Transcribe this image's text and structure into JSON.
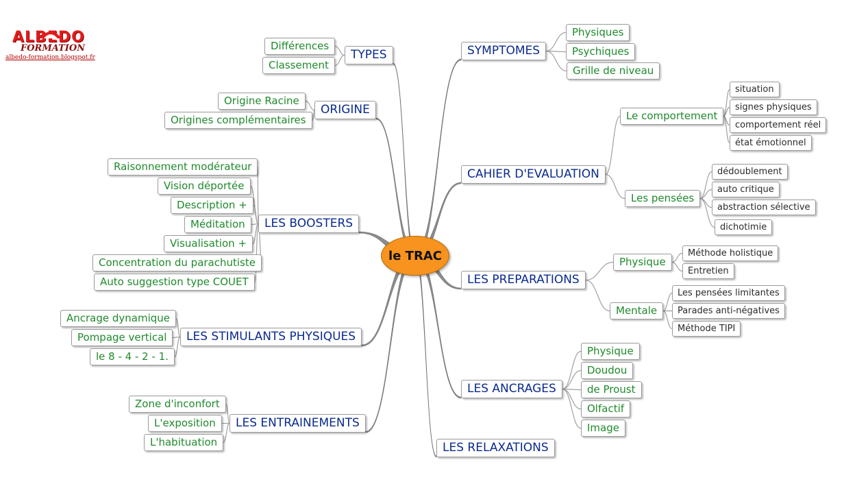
{
  "logo": {
    "name": "ALBEDO",
    "subtitle": "FORMATION",
    "url": "albedo-formation.blogspot.fr"
  },
  "center": "le TRAC",
  "branches": [
    {
      "id": "types",
      "label": "TYPES",
      "children": [
        {
          "label": "Différences"
        },
        {
          "label": "Classement"
        }
      ]
    },
    {
      "id": "origine",
      "label": "ORIGINE",
      "children": [
        {
          "label": "Origine Racine"
        },
        {
          "label": "Origines complémentaires"
        }
      ]
    },
    {
      "id": "boosters",
      "label": "LES BOOSTERS",
      "children": [
        {
          "label": "Raisonnement modérateur"
        },
        {
          "label": "Vision déportée"
        },
        {
          "label": "Description +"
        },
        {
          "label": "Méditation"
        },
        {
          "label": "Visualisation +"
        },
        {
          "label": "Concentration du parachutiste"
        },
        {
          "label": "Auto suggestion type COUET"
        }
      ]
    },
    {
      "id": "stimulants",
      "label": "LES STIMULANTS PHYSIQUES",
      "children": [
        {
          "label": "Ancrage dynamique"
        },
        {
          "label": "Pompage vertical"
        },
        {
          "label": "le 8 - 4 - 2 - 1."
        }
      ]
    },
    {
      "id": "entrainements",
      "label": "LES ENTRAINEMENTS",
      "children": [
        {
          "label": "Zone d'inconfort"
        },
        {
          "label": "L'exposition"
        },
        {
          "label": "L'habituation"
        }
      ]
    },
    {
      "id": "symptomes",
      "label": "SYMPTOMES",
      "children": [
        {
          "label": "Physiques"
        },
        {
          "label": "Psychiques"
        },
        {
          "label": "Grille de niveau"
        }
      ]
    },
    {
      "id": "cahier",
      "label": "CAHIER D'EVALUATION",
      "children": [
        {
          "label": "Le comportement",
          "children": [
            {
              "label": "situation"
            },
            {
              "label": "signes physiques"
            },
            {
              "label": "comportement réel"
            },
            {
              "label": "état émotionnel"
            }
          ]
        },
        {
          "label": "Les pensées",
          "children": [
            {
              "label": "dédoublement"
            },
            {
              "label": "auto critique"
            },
            {
              "label": "abstraction sélective"
            },
            {
              "label": "dichotimie"
            }
          ]
        }
      ]
    },
    {
      "id": "preparations",
      "label": "LES PREPARATIONS",
      "children": [
        {
          "label": "Physique",
          "children": [
            {
              "label": "Méthode holistique"
            },
            {
              "label": "Entretien"
            }
          ]
        },
        {
          "label": "Mentale",
          "children": [
            {
              "label": "Les pensées limitantes"
            },
            {
              "label": "Parades anti-négatives"
            },
            {
              "label": "Méthode TIPI"
            }
          ]
        }
      ]
    },
    {
      "id": "ancrages",
      "label": "LES ANCRAGES",
      "children": [
        {
          "label": "Physique"
        },
        {
          "label": "Doudou"
        },
        {
          "label": "de Proust"
        },
        {
          "label": "Olfactif"
        },
        {
          "label": "Image"
        }
      ]
    },
    {
      "id": "relaxations",
      "label": "LES RELAXATIONS",
      "children": []
    }
  ]
}
